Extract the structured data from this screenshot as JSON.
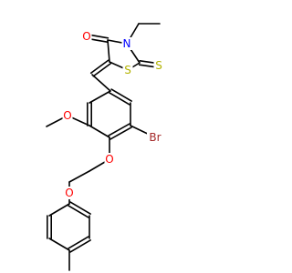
{
  "diagram": {
    "type": "chemical-structure",
    "background": "#ffffff",
    "bond_color": "#000000",
    "atom_colors": {
      "C": "#000000",
      "O": "#ff0000",
      "N": "#0000ff",
      "S": "#b2b200",
      "Br": "#a52a2a"
    },
    "atoms": [
      {
        "id": "O1",
        "label": "O",
        "element": "O"
      },
      {
        "id": "N1",
        "label": "N",
        "element": "N"
      },
      {
        "id": "S1",
        "label": "S",
        "element": "S"
      },
      {
        "id": "S2",
        "label": "S",
        "element": "S"
      },
      {
        "id": "O2",
        "label": "O",
        "element": "O"
      },
      {
        "id": "Br1",
        "label": "Br",
        "element": "Br"
      },
      {
        "id": "O3",
        "label": "O",
        "element": "O"
      },
      {
        "id": "O4",
        "label": "O",
        "element": "O"
      }
    ]
  }
}
